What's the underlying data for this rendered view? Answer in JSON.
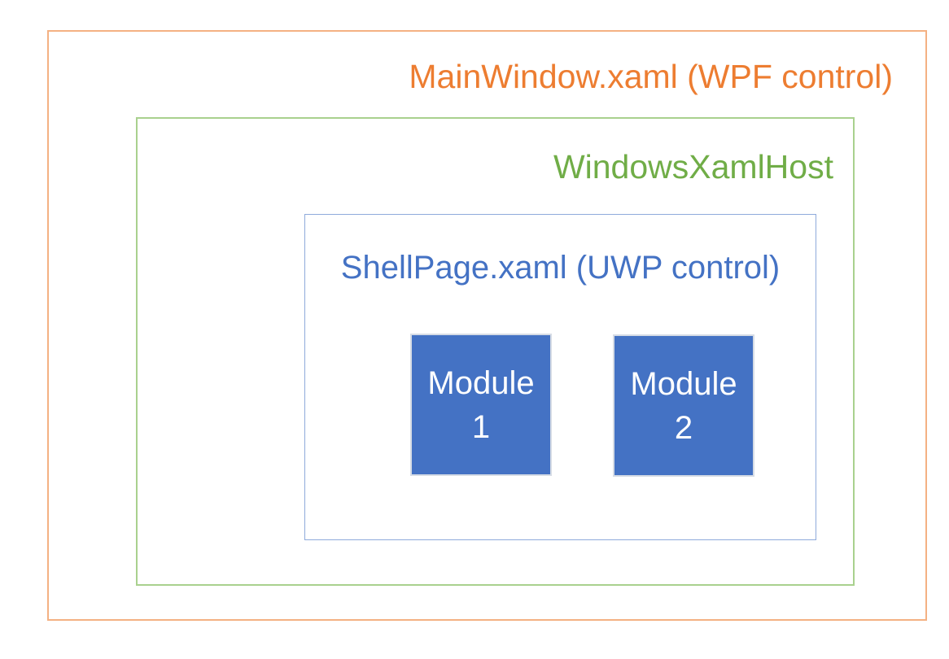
{
  "diagram": {
    "outer_box": {
      "label": "MainWindow.xaml (WPF control)",
      "text_color": "#ED7D31",
      "border_color": "#F4B183"
    },
    "host_box": {
      "label": "WindowsXamlHost",
      "text_color": "#70AD47",
      "border_color": "#A9D18E"
    },
    "shell_box": {
      "label": "ShellPage.xaml (UWP control)",
      "text_color": "#4472C4",
      "border_color": "#8EAADB"
    },
    "modules": [
      {
        "line1": "Module",
        "line2": "1"
      },
      {
        "line1": "Module",
        "line2": "2"
      }
    ],
    "module_fill_color": "#4472C4",
    "module_border_color": "#D6DCE5",
    "module_text_color": "#FFFFFF",
    "background_color": "#FFFFFF"
  }
}
